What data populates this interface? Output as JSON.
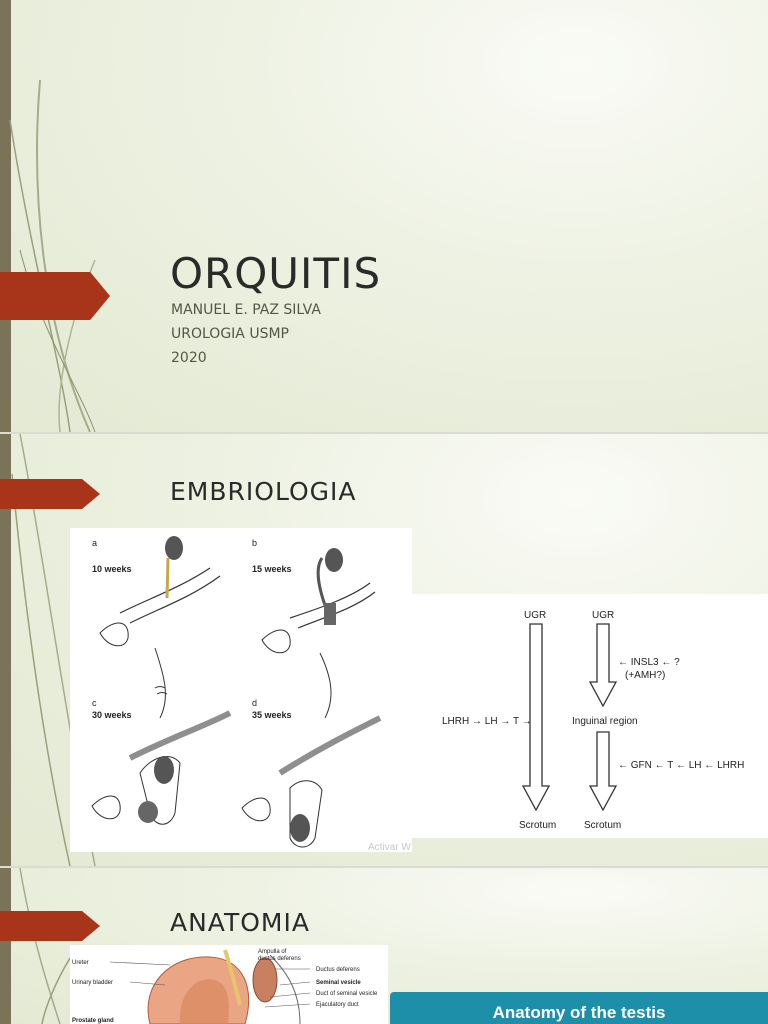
{
  "slide1": {
    "title": "ORQUITIS",
    "author": "MANUEL E. PAZ SILVA",
    "course": "UROLOGIA USMP",
    "year": "2020"
  },
  "slide2": {
    "title": "EMBRIOLOGIA",
    "figure_a": {
      "letter": "a",
      "label": "10 weeks"
    },
    "figure_b": {
      "letter": "b",
      "label": "15 weeks"
    },
    "figure_c": {
      "letter": "c",
      "label": "30 weeks"
    },
    "figure_d": {
      "letter": "d",
      "label": "35 weeks"
    },
    "watermark": "Activar W",
    "flow": {
      "left_top": "UGR",
      "right_top": "UGR",
      "insl3": "← INSL3 ← ?",
      "amh": "(+AMH?)",
      "lhrh_chain": "LHRH → LH → T →",
      "inguinal": "Inguinal region",
      "gfn_chain": "← GFN  ← T ← LH ← LHRH",
      "left_bottom": "Scrotum",
      "right_bottom": "Scrotum"
    }
  },
  "slide3": {
    "title": "ANATOMIA",
    "labels": {
      "ureter": "Ureter",
      "bladder": "Urinary bladder",
      "prostate": "Prostate gland",
      "ampulla_1": "Ampulla of",
      "ampulla_2": "ductus deferens",
      "ductus": "Ductus deferens",
      "vesicle": "Seminal vesicle",
      "duct_vesicle": "Duct of seminal vesicle",
      "ejaculatory": "Ejaculatory duct"
    },
    "box_title": "Anatomy of the testis"
  },
  "colors": {
    "accent": "#a8341a",
    "teal": "#1d8fa8",
    "bar": "#7a7358"
  }
}
